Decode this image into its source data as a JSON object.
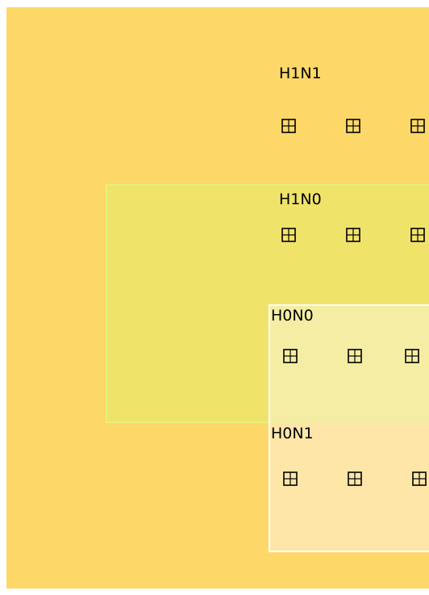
{
  "diagram": {
    "colors": {
      "outer_fill": "#fdd868",
      "h1n0_fill": "#f0e36a",
      "h1n0_border": "#e3f27a",
      "h0n0_fill": "#f5eda3",
      "h0n1_fill": "#fde6a8",
      "inner_border": "#ffffff"
    },
    "regions": [
      {
        "id": "h1n1",
        "label": "H1N1",
        "node_icons": [
          "grid-icon",
          "grid-icon",
          "grid-icon"
        ]
      },
      {
        "id": "h1n0",
        "label": "H1N0",
        "node_icons": [
          "grid-icon",
          "grid-icon",
          "grid-icon"
        ]
      },
      {
        "id": "h0n0",
        "label": "H0N0",
        "node_icons": [
          "grid-icon",
          "grid-icon",
          "grid-icon"
        ]
      },
      {
        "id": "h0n1",
        "label": "H0N1",
        "node_icons": [
          "grid-icon",
          "grid-icon",
          "grid-icon"
        ]
      }
    ]
  }
}
